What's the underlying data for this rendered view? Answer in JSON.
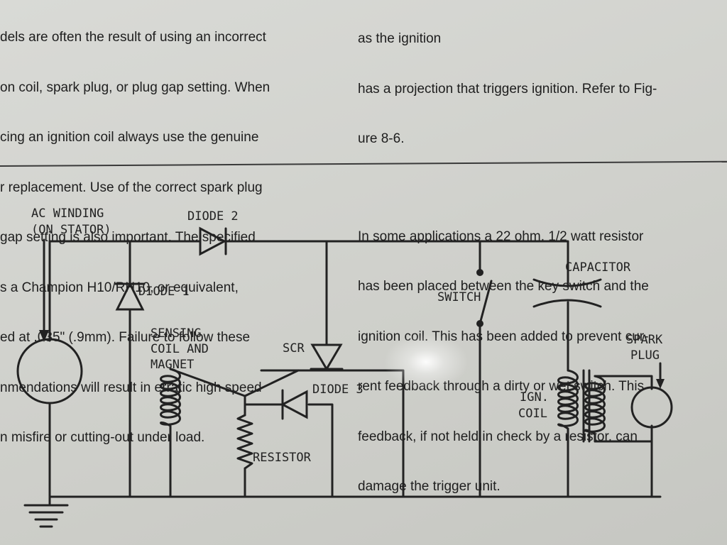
{
  "text": {
    "left_lines": [
      "dels are often the result of using an incorrect",
      "on coil, spark plug, or plug gap setting. When",
      "cing an ignition coil always use the genuine",
      "r replacement. Use of the correct spark plug",
      "gap setting is also important. The specified",
      "s a Champion H10/RH10, or equivalent,",
      "ed at .035\" (.9mm). Failure to follow these",
      "nmendations will result in erratic high speed",
      "n misfire or cutting-out under load."
    ],
    "right_para1": [
      "as the ignition",
      "has a projection that triggers ignition. Refer to Fig-",
      "ure 8-6."
    ],
    "right_para2": [
      "In some applications a 22 ohm, 1/2 watt resistor",
      "has been placed between the key switch and the",
      "ignition coil. This has been added to prevent cur-",
      "rent feedback through a dirty or wet switch. This",
      "feedback, if not held in check by a resistor, can",
      "damage the trigger unit."
    ]
  },
  "diagram": {
    "labels": {
      "ac_winding_1": "AC WINDING",
      "ac_winding_2": "(ON STATOR)",
      "diode2": "DIODE 2",
      "diode1": "DIODE 1",
      "sensing_1": "SENSING",
      "sensing_2": "COIL AND",
      "sensing_3": "MAGNET",
      "scr": "SCR",
      "diode3": "DIODE 3",
      "resistor": "RESISTOR",
      "switch": "SWITCH",
      "capacitor": "CAPACITOR",
      "ign_1": "IGN.",
      "ign_2": "COIL",
      "spark_1": "SPARK",
      "spark_2": "PLUG"
    }
  }
}
